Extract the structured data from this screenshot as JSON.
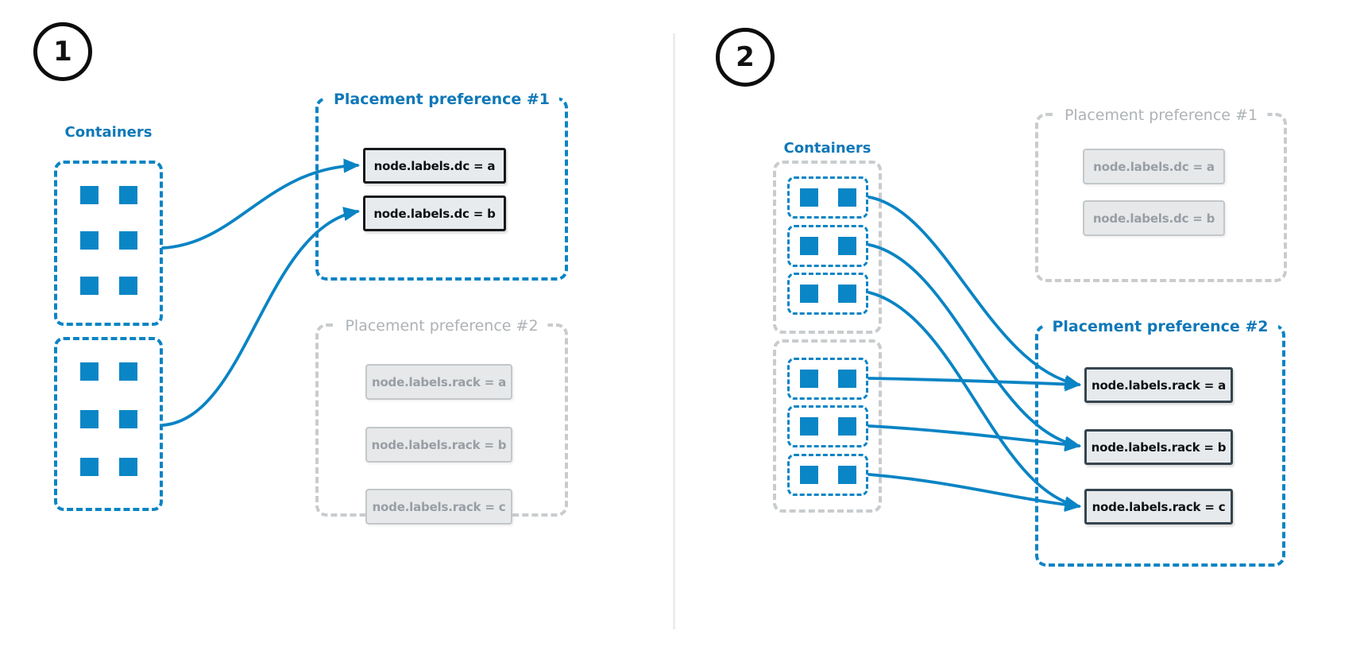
{
  "diagram": {
    "panels": [
      {
        "badge": "1",
        "containers_label": "Containers",
        "container_groups": [
          {
            "squares": 6
          },
          {
            "squares": 6
          }
        ],
        "preferences": [
          {
            "title": "Placement preference #1",
            "state": "active",
            "items": [
              "node.labels.dc = a",
              "node.labels.dc = b"
            ]
          },
          {
            "title": "Placement preference #2",
            "state": "inactive",
            "items": [
              "node.labels.rack = a",
              "node.labels.rack = b",
              "node.labels.rack = c"
            ]
          }
        ]
      },
      {
        "badge": "2",
        "containers_label": "Containers",
        "container_groups": [
          {
            "subgroups": 3,
            "squares_per_subgroup": 2
          },
          {
            "subgroups": 3,
            "squares_per_subgroup": 2
          }
        ],
        "preferences": [
          {
            "title": "Placement preference #1",
            "state": "inactive",
            "items": [
              "node.labels.dc = a",
              "node.labels.dc = b"
            ]
          },
          {
            "title": "Placement preference #2",
            "state": "active",
            "items": [
              "node.labels.rack = a",
              "node.labels.rack = b",
              "node.labels.rack = c"
            ]
          }
        ]
      }
    ],
    "colors": {
      "accent_blue": "#0a84c4",
      "square_blue": "#0a86c6",
      "title_blue": "#0f78b8",
      "inactive_border_gray": "#c9ccce",
      "inactive_text_gray": "#989ea4",
      "chip_background": "#e8ebee",
      "chip_border_dark": "#17191b",
      "chip_border_slate": "#36454f",
      "divider_gray": "#ececec"
    }
  }
}
